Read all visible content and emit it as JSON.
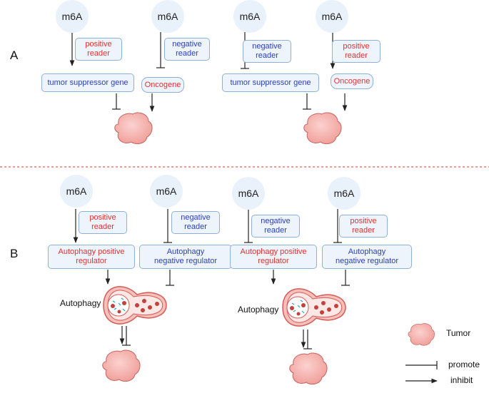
{
  "sections": {
    "a": "A",
    "b": "B"
  },
  "m6a_label": "m6A",
  "panel_a": {
    "readers": [
      "positive\nreader",
      "negative\nreader",
      "negative\nreader",
      "positive\nreader"
    ],
    "targets": [
      "tumor suppressor gene",
      "Oncogene",
      "tumor suppressor gene",
      "Oncogene"
    ]
  },
  "panel_b": {
    "readers": [
      "positive\nreader",
      "negative\nreader",
      "negative\nreader",
      "positive\nreader"
    ],
    "regulators": [
      "Autophagy positive\nregulator",
      "Autophagy\nnegative regulator",
      "Autophagy positive\nregulator",
      "Autophagy\nnegative regulator"
    ],
    "autophagy_labels": [
      "Autophagy",
      "Autophagy"
    ]
  },
  "legend": {
    "tumor": "Tumor",
    "promote": "promote",
    "inhibit": "inhibit"
  },
  "colors": {
    "positive_text": "#e03131",
    "negative_text": "#2a3fb8",
    "box_fill": "#eef4fc",
    "box_border": "#8eb0d8",
    "tumor": "#f4a7a3",
    "divider": "#e03131"
  }
}
